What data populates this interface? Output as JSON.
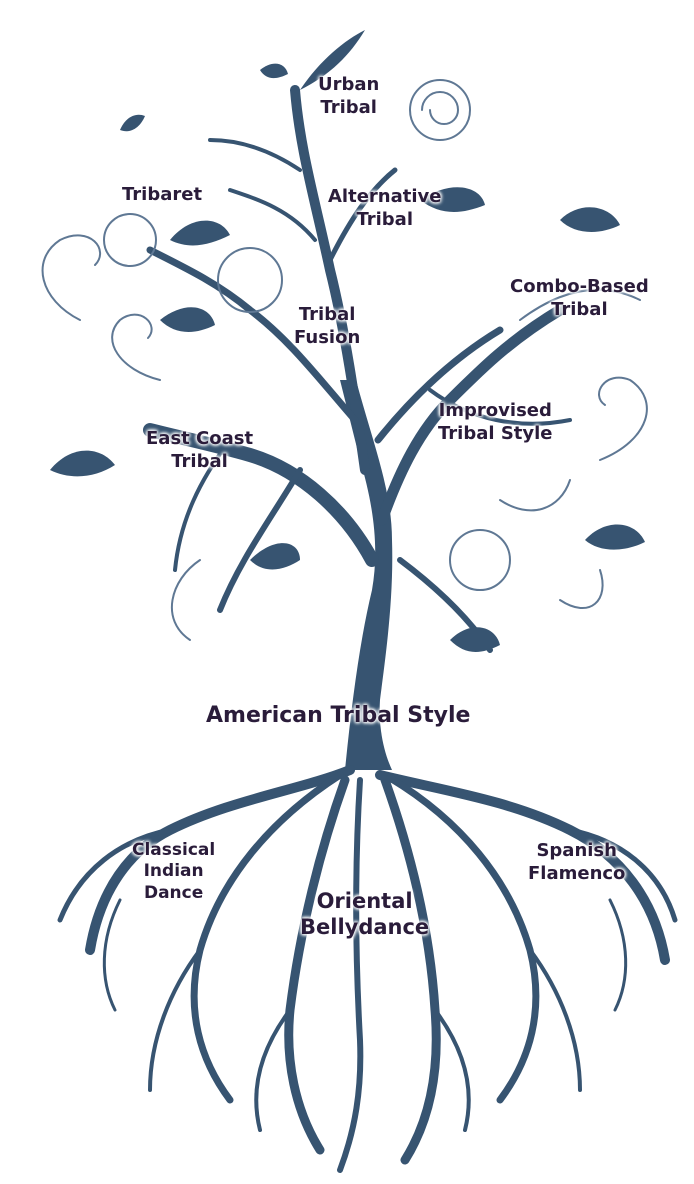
{
  "colors": {
    "tree": "#375471",
    "text": "#2a1c3a",
    "outline": "#5f7894"
  },
  "branches": [
    {
      "id": "urban",
      "lines": [
        "Urban",
        "Tribal"
      ]
    },
    {
      "id": "tribaret",
      "lines": [
        "Tribaret"
      ]
    },
    {
      "id": "alternative",
      "lines": [
        "Alternative",
        "Tribal"
      ]
    },
    {
      "id": "combo",
      "lines": [
        "Combo-Based",
        "Tribal"
      ]
    },
    {
      "id": "fusion",
      "lines": [
        "Tribal",
        "Fusion"
      ]
    },
    {
      "id": "improvised",
      "lines": [
        "Improvised",
        "Tribal Style"
      ]
    },
    {
      "id": "eastcoast",
      "lines": [
        "East Coast",
        "Tribal"
      ]
    }
  ],
  "trunk": {
    "label": "American Tribal Style"
  },
  "roots": [
    {
      "id": "indian",
      "lines": [
        "Classical",
        "Indian",
        "Dance"
      ]
    },
    {
      "id": "oriental",
      "lines": [
        "Oriental",
        "Bellydance"
      ]
    },
    {
      "id": "flamenco",
      "lines": [
        "Spanish",
        "Flamenco"
      ]
    }
  ]
}
